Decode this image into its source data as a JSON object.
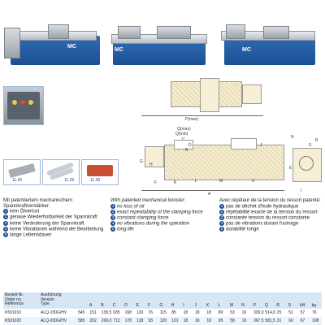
{
  "photos": {
    "p1": {
      "label": "MC"
    },
    "p2": {
      "label": "MC"
    },
    "p3": {
      "label": "MC"
    }
  },
  "thumbs": [
    {
      "caption": "11.40"
    },
    {
      "caption": "11.29"
    },
    {
      "caption": "11.39"
    }
  ],
  "drawing": {
    "labels": [
      "P(max)",
      "Q(max)",
      "Q(min)",
      "C",
      "B",
      "D",
      "J",
      "N",
      "R",
      "S",
      "G",
      "H",
      "E",
      "F",
      "K",
      "L",
      "M",
      "U",
      "A",
      "I"
    ]
  },
  "de": {
    "heading": "Mit patentiertem mechanischem Spannkraftverstärker:",
    "items": [
      "kein Ölverlust",
      "genaue Wiederholbarkeit der Spannkraft",
      "keine Veränderung der Spannkraft",
      "keine Vibrationen während der Bearbeitung",
      "lange Lebensdauer"
    ]
  },
  "en": {
    "heading": "With patented mechanical booster:",
    "items": [
      "no loss of oil",
      "exact repeatability of the clamping force",
      "constant clamping force",
      "no vibrations during the operation",
      "long life"
    ]
  },
  "fr": {
    "heading": "Avec répéteur de la tension du ressort patenté:",
    "items": [
      "pas de déchet d'huile hydraulique",
      "répétabilité exacte de la tension du ressort",
      "constante tension du ressort constante",
      "pas de vibrations durant l'usinage",
      "durabilité longe"
    ]
  },
  "table": {
    "header_col1": [
      "Bestell-Nr.",
      "Order no.",
      "Référence"
    ],
    "header_col2": [
      "Ausführung",
      "Version",
      "Type"
    ],
    "header_cols": [
      "A",
      "B",
      "C",
      "D",
      "E",
      "F",
      "G",
      "H",
      "I",
      "J",
      "K",
      "L",
      "M",
      "N",
      "P",
      "Q",
      "R",
      "S",
      "kN",
      "kg"
    ],
    "rows": [
      {
        "order": "K501010",
        "type": "ALQ-150G/HV",
        "values": [
          "545",
          "151",
          "139,5",
          "635",
          "168",
          "120",
          "76",
          "115",
          "85",
          "18",
          "18",
          "18",
          "80",
          "53",
          "19",
          "330,0",
          "514,0",
          "25",
          "51",
          "57",
          "76"
        ]
      },
      {
        "order": "K501020",
        "type": "ALQ-200G/HV",
        "values": [
          "585",
          "202",
          "200,0",
          "713",
          "178",
          "128",
          "93",
          "120",
          "101",
          "18",
          "18",
          "18",
          "95",
          "58",
          "19",
          "367,5",
          "581,5",
          "31",
          "60",
          "67",
          "108"
        ]
      }
    ]
  }
}
